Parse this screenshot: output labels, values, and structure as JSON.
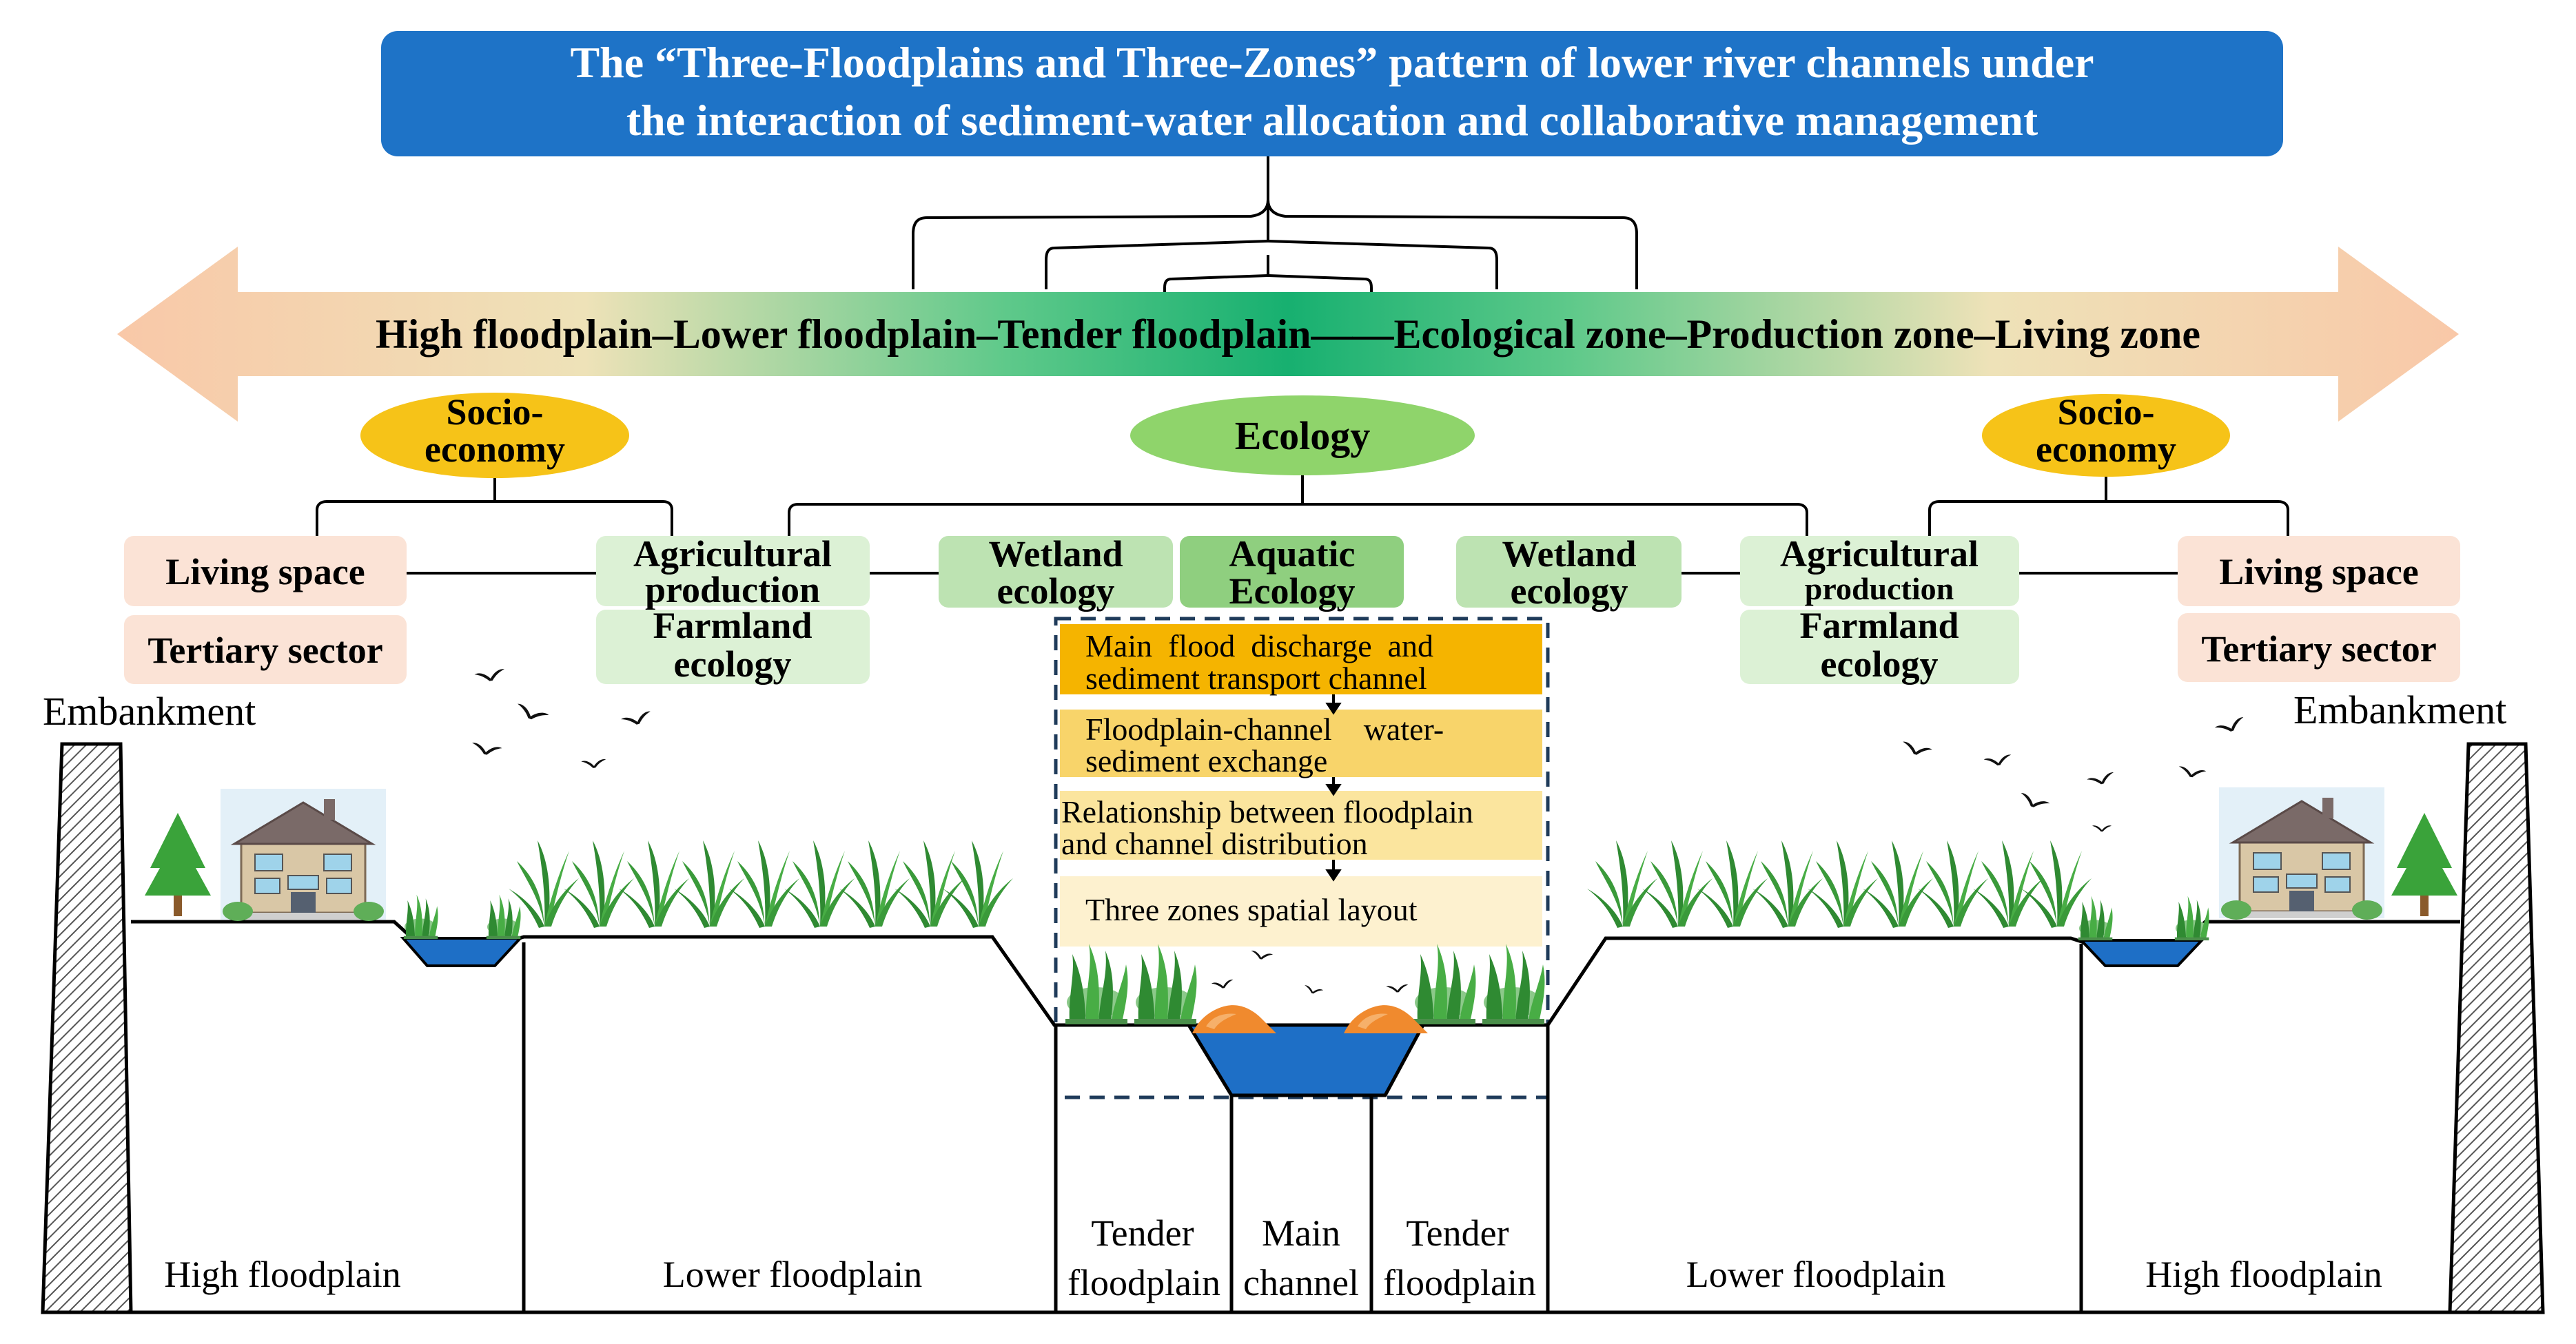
{
  "title": {
    "line1": "The “Three-Floodplains and Three-Zones” pattern of lower river channels under",
    "line2": "the interaction of sediment-water allocation and collaborative management"
  },
  "banner_text": "High floodplain–Lower floodplain–Tender floodplain——Ecological zone–Production zone–Living zone",
  "categories": {
    "left": {
      "line1": "Socio-",
      "line2": "economy"
    },
    "center": "Ecology",
    "right": {
      "line1": "Socio-",
      "line2": "economy"
    }
  },
  "boxes": {
    "living_left": "Living space",
    "tertiary_left": "Tertiary sector",
    "agri_left": {
      "line1": "Agricultural",
      "line2": "production"
    },
    "farm_left": {
      "line1": "Farmland",
      "line2": "ecology"
    },
    "wetland_left": {
      "line1": "Wetland",
      "line2": "ecology"
    },
    "aquatic": {
      "line1": "Aquatic",
      "line2": "Ecology"
    },
    "wetland_right": {
      "line1": "Wetland",
      "line2": "ecology"
    },
    "agri_right": {
      "line1": "Agricultural",
      "line2": "production"
    },
    "farm_right": {
      "line1": "Farmland",
      "line2": "ecology"
    },
    "living_right": "Living space",
    "tertiary_right": "Tertiary sector"
  },
  "process_steps": [
    {
      "line1": "Main  flood  discharge  and",
      "line2": "sediment transport channel"
    },
    {
      "line1": "Floodplain-channel    water-",
      "line2": "sediment exchange"
    },
    {
      "line1": "Relationship between floodplain",
      "line2": "and channel distribution"
    },
    {
      "line1": "Three zones spatial layout",
      "line2": ""
    }
  ],
  "embankment_left": "Embankment",
  "embankment_right": "Embankment",
  "zones": {
    "high_left": "High floodplain",
    "lower_left": "Lower floodplain",
    "tender_left": {
      "line1": "Tender",
      "line2": "floodplain"
    },
    "main": {
      "line1": "Main",
      "line2": "channel"
    },
    "tender_right": {
      "line1": "Tender",
      "line2": "floodplain"
    },
    "lower_right": "Lower floodplain",
    "high_right": "High floodplain"
  },
  "colors": {
    "title_bg": "#1e73c7",
    "socio_ellipse": "#f6c318",
    "ecology_ellipse": "#8fd46b",
    "living_box": "#fbe3d6",
    "farm_box": "#dcf1d5",
    "wetland_box": "#bde3b2",
    "aquatic_box": "#8fcf7f",
    "step1": "#f5b400",
    "step2": "#f8d46a",
    "step3": "#fbe59e",
    "step4": "#fdf1cf",
    "water": "#1e6fc6",
    "arrow_peach": "#f9c8a8",
    "arrow_green": "#2bb673",
    "grass": "#3a9a3a",
    "tree": "#3aa33a"
  }
}
